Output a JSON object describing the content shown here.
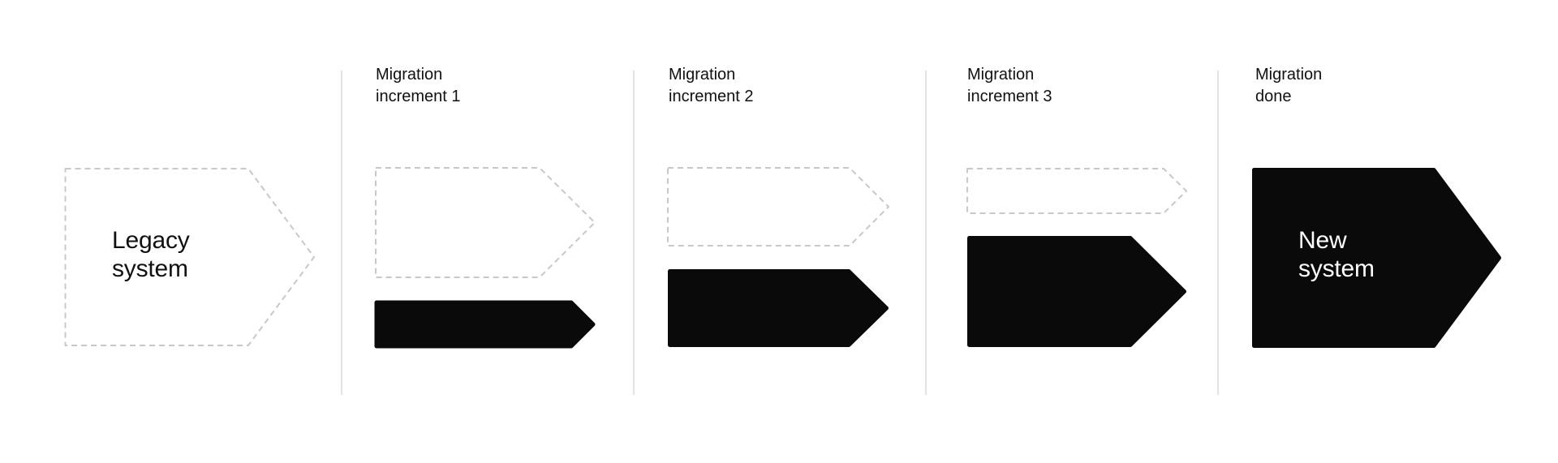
{
  "diagram": {
    "stages": [
      {
        "name": "legacy-system",
        "label_line1": "Legacy",
        "label_line2": "system"
      },
      {
        "name": "increment-1",
        "header_line1": "Migration",
        "header_line2": "increment 1"
      },
      {
        "name": "increment-2",
        "header_line1": "Migration",
        "header_line2": "increment 2"
      },
      {
        "name": "increment-3",
        "header_line1": "Migration",
        "header_line2": "increment 3"
      },
      {
        "name": "migration-done",
        "header_line1": "Migration",
        "header_line2": "done",
        "label_line1": "New",
        "label_line2": "system"
      }
    ],
    "colors": {
      "background": "#ffffff",
      "solid_shape": "#0a0a0a",
      "dashed_stroke": "#c8c8c8",
      "divider": "#e3e3e3",
      "text": "#111111",
      "text_on_solid": "#ffffff"
    }
  }
}
